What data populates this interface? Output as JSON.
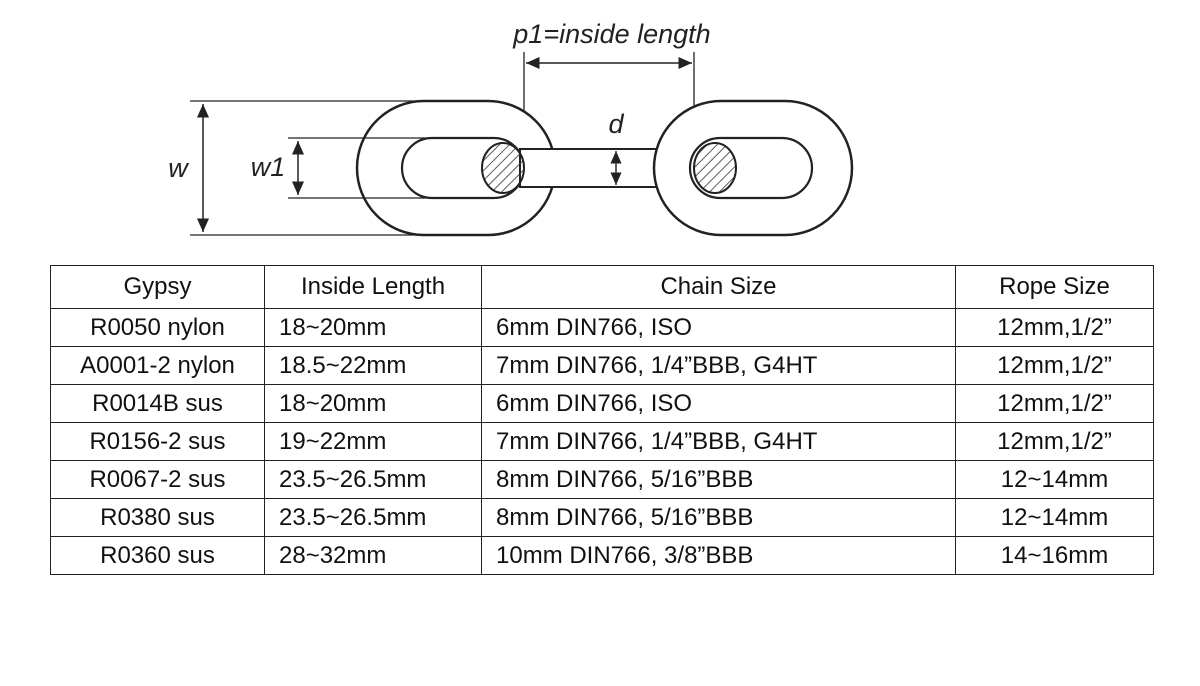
{
  "diagram": {
    "label_p1": "p1=inside length",
    "label_d": "d",
    "label_w": "w",
    "label_w1": "w1"
  },
  "table": {
    "headers": [
      "Gypsy",
      "Inside Length",
      "Chain Size",
      "Rope Size"
    ],
    "rows": [
      [
        "R0050 nylon",
        "18~20mm",
        "6mm DIN766, ISO",
        "12mm,1/2”"
      ],
      [
        "A0001-2 nylon",
        "18.5~22mm",
        "7mm DIN766, 1/4”BBB, G4HT",
        "12mm,1/2”"
      ],
      [
        "R0014B sus",
        "18~20mm",
        "6mm DIN766, ISO",
        "12mm,1/2”"
      ],
      [
        "R0156-2 sus",
        "19~22mm",
        "7mm DIN766, 1/4”BBB, G4HT",
        "12mm,1/2”"
      ],
      [
        "R0067-2 sus",
        "23.5~26.5mm",
        "8mm DIN766, 5/16”BBB",
        "12~14mm"
      ],
      [
        "R0380 sus",
        "23.5~26.5mm",
        "8mm DIN766, 5/16”BBB",
        "12~14mm"
      ],
      [
        "R0360 sus",
        "28~32mm",
        "10mm DIN766, 3/8”BBB",
        "14~16mm"
      ]
    ]
  }
}
